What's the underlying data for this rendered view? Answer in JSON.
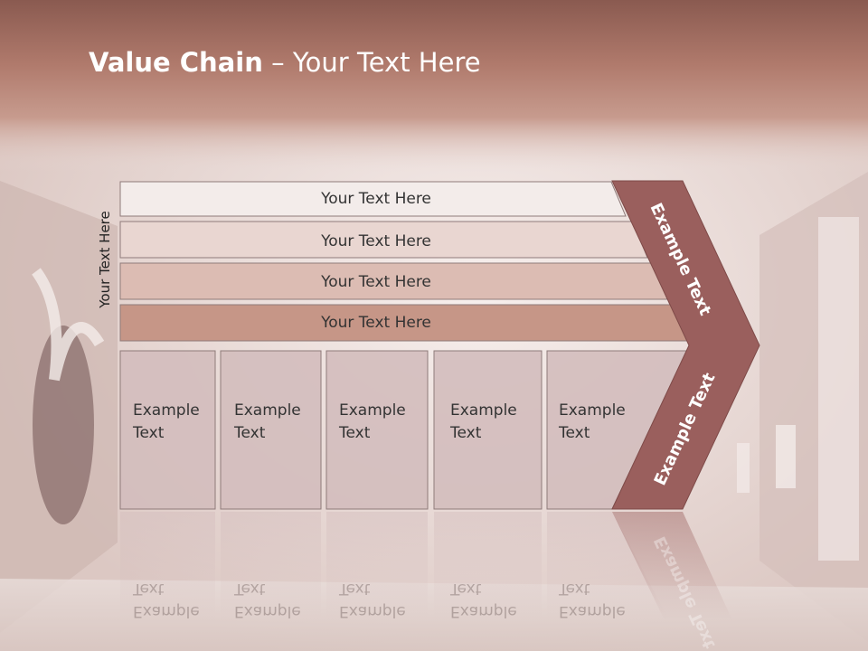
{
  "slide": {
    "title_bold": "Value Chain",
    "title_rest": "Your Text Here",
    "vertical_label": "Your Text Here"
  },
  "rows": [
    {
      "label": "Your Text Here",
      "color": "#f3ecea"
    },
    {
      "label": "Your Text Here",
      "color": "#e9d6d1"
    },
    {
      "label": "Your Text Here",
      "color": "#dcbcb3"
    },
    {
      "label": "Your Text Here",
      "color": "#c69687"
    }
  ],
  "boxes": [
    {
      "line1": "Example",
      "line2": "Text"
    },
    {
      "line1": "Example",
      "line2": "Text"
    },
    {
      "line1": "Example",
      "line2": "Text"
    },
    {
      "line1": "Example",
      "line2": "Text"
    },
    {
      "line1": "Example",
      "line2": "Text"
    }
  ],
  "chevron": {
    "upper_label": "Example Text",
    "lower_label": "Example Text",
    "color": "#9a5f5d"
  },
  "colors": {
    "header": "#a86d61",
    "box_fill": "#d3bcbc",
    "box_border": "#8f7b7a"
  }
}
